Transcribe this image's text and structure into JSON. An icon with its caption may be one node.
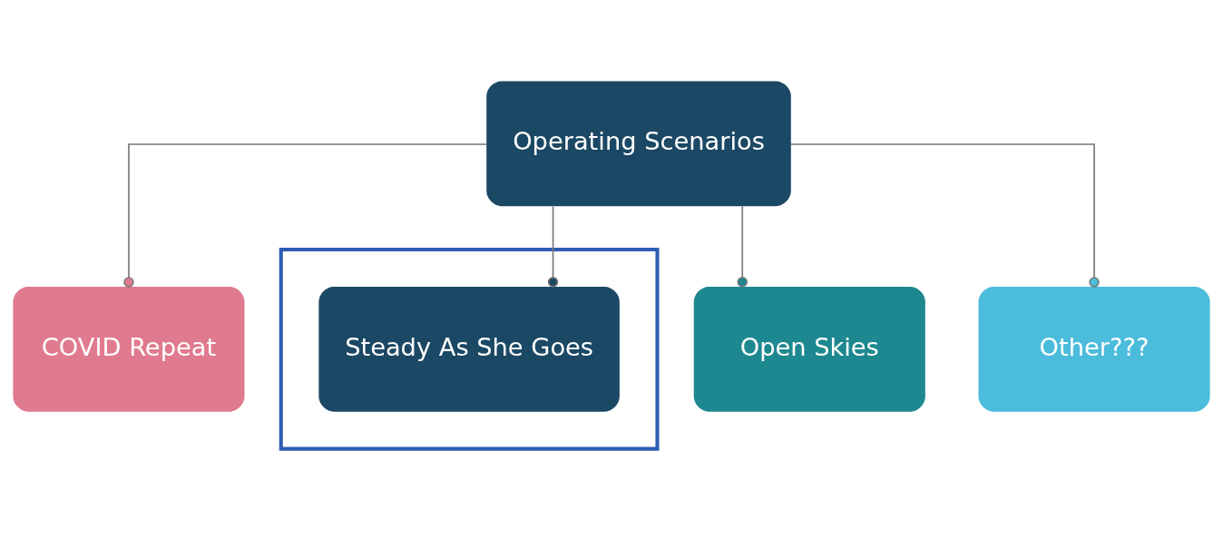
{
  "diagram": {
    "nodes": [
      {
        "text": [
          "Operating Scenarios"
        ]
      },
      {
        "text": [
          "COVID Repeat"
        ]
      },
      {
        "text": [],
        "shape": "box"
      },
      {
        "text": [
          "Steady As She Goes"
        ],
        "in": 2
      },
      {
        "text": [
          "Open Skies"
        ]
      },
      {
        "text": [
          "Other???"
        ]
      }
    ],
    "edges": [
      {
        "from": 0,
        "to": 1,
        "arrow": "other"
      },
      {
        "from": 0,
        "to": 3,
        "arrow": "other"
      },
      {
        "from": 0,
        "to": 4,
        "arrow": "other"
      },
      {
        "from": 0,
        "to": 5,
        "arrow": "other"
      }
    ]
  }
}
